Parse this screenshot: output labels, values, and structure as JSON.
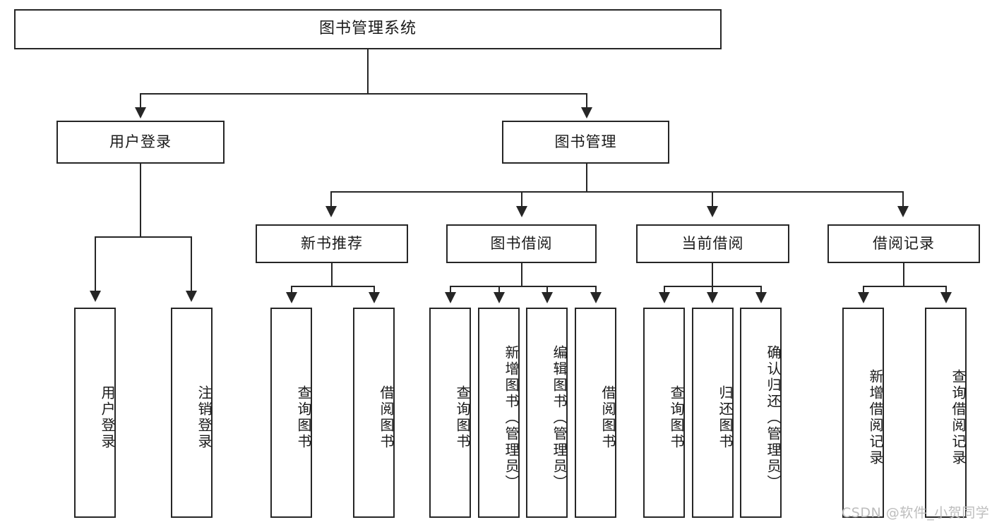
{
  "diagram": {
    "title": "图书管理系统",
    "type": "功能结构图",
    "watermark": "CSDN @软件_小贺同学",
    "colors": {
      "stroke": "#262626",
      "background": "#ffffff",
      "text": "#1a1a1a",
      "watermark": "#bdbdbd"
    },
    "levels": {
      "root": {
        "label": "图书管理系统"
      },
      "level2": [
        {
          "label": "用户登录"
        },
        {
          "label": "图书管理"
        }
      ],
      "level3": [
        {
          "label": "新书推荐"
        },
        {
          "label": "图书借阅"
        },
        {
          "label": "当前借阅"
        },
        {
          "label": "借阅记录"
        }
      ],
      "level4": {
        "user_login": [
          {
            "label": "用户登录"
          },
          {
            "label": "注销登录"
          }
        ],
        "new_book": [
          {
            "label": "查询图书"
          },
          {
            "label": "借阅图书"
          }
        ],
        "book_borrow": [
          {
            "label": "查询图书"
          },
          {
            "label": "新增图书（管理员）"
          },
          {
            "label": "编辑图书（管理员）"
          },
          {
            "label": "借阅图书"
          }
        ],
        "current_borrow": [
          {
            "label": "查询图书"
          },
          {
            "label": "归还图书"
          },
          {
            "label": "确认归还（管理员）"
          }
        ],
        "borrow_record": [
          {
            "label": "新增借阅记录"
          },
          {
            "label": "查询借阅记录"
          }
        ]
      }
    }
  }
}
